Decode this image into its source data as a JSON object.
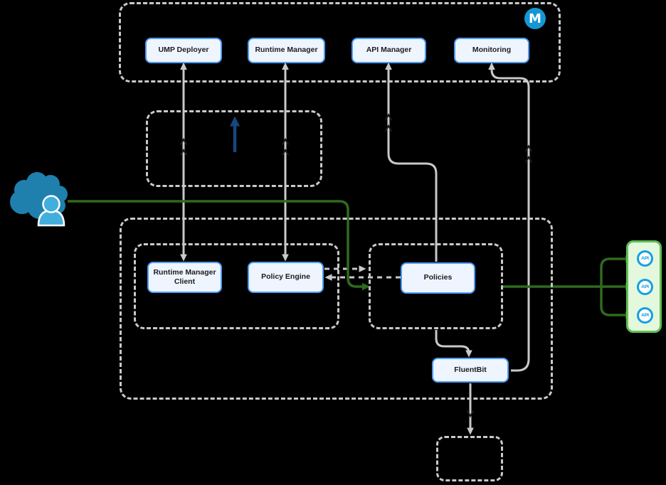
{
  "diagram": {
    "background": "#000000",
    "type": "architecture-diagram"
  },
  "colors": {
    "node_border_blue": "#4c9bf5",
    "node_fill": "#eef5ff",
    "dashed_container_gray": "#c9c9c9",
    "connector_gray": "#c9c9c9",
    "flow_green": "#2f6a1e",
    "green_panel_fill": "#e4f8dd",
    "green_panel_border": "#60c054",
    "api_circle_blue": "#14a0e4",
    "cloud_blue": "#1f80ad",
    "user_blue": "#41aedd",
    "logo_blue": "#1597d3",
    "direction_arrow_navy": "#16477e",
    "flow_tick_black": "#191919"
  },
  "icons": {
    "logo": "mulesoft-logo-icon",
    "cloud_user": "cloud-user-icon",
    "up_arrow": "up-arrow-icon"
  },
  "top_group": {
    "logo_letter": "M",
    "nodes": [
      {
        "id": "ump-deployer",
        "label": "UMP Deployer"
      },
      {
        "id": "runtime-manager",
        "label": "Runtime Manager"
      },
      {
        "id": "api-manager",
        "label": "API Manager"
      },
      {
        "id": "monitoring",
        "label": "Monitoring"
      }
    ]
  },
  "runtime_group": {
    "left_nodes": [
      {
        "id": "runtime-manager-client",
        "label": "Runtime Manager Client"
      },
      {
        "id": "policy-engine",
        "label": "Policy Engine"
      }
    ],
    "policies_node": {
      "id": "policies",
      "label": "Policies"
    },
    "fluentbit_node": {
      "id": "fluentbit",
      "label": "FluentBit"
    }
  },
  "api_panel": {
    "items": [
      {
        "label": "API"
      },
      {
        "label": "API"
      },
      {
        "label": "API"
      }
    ]
  }
}
